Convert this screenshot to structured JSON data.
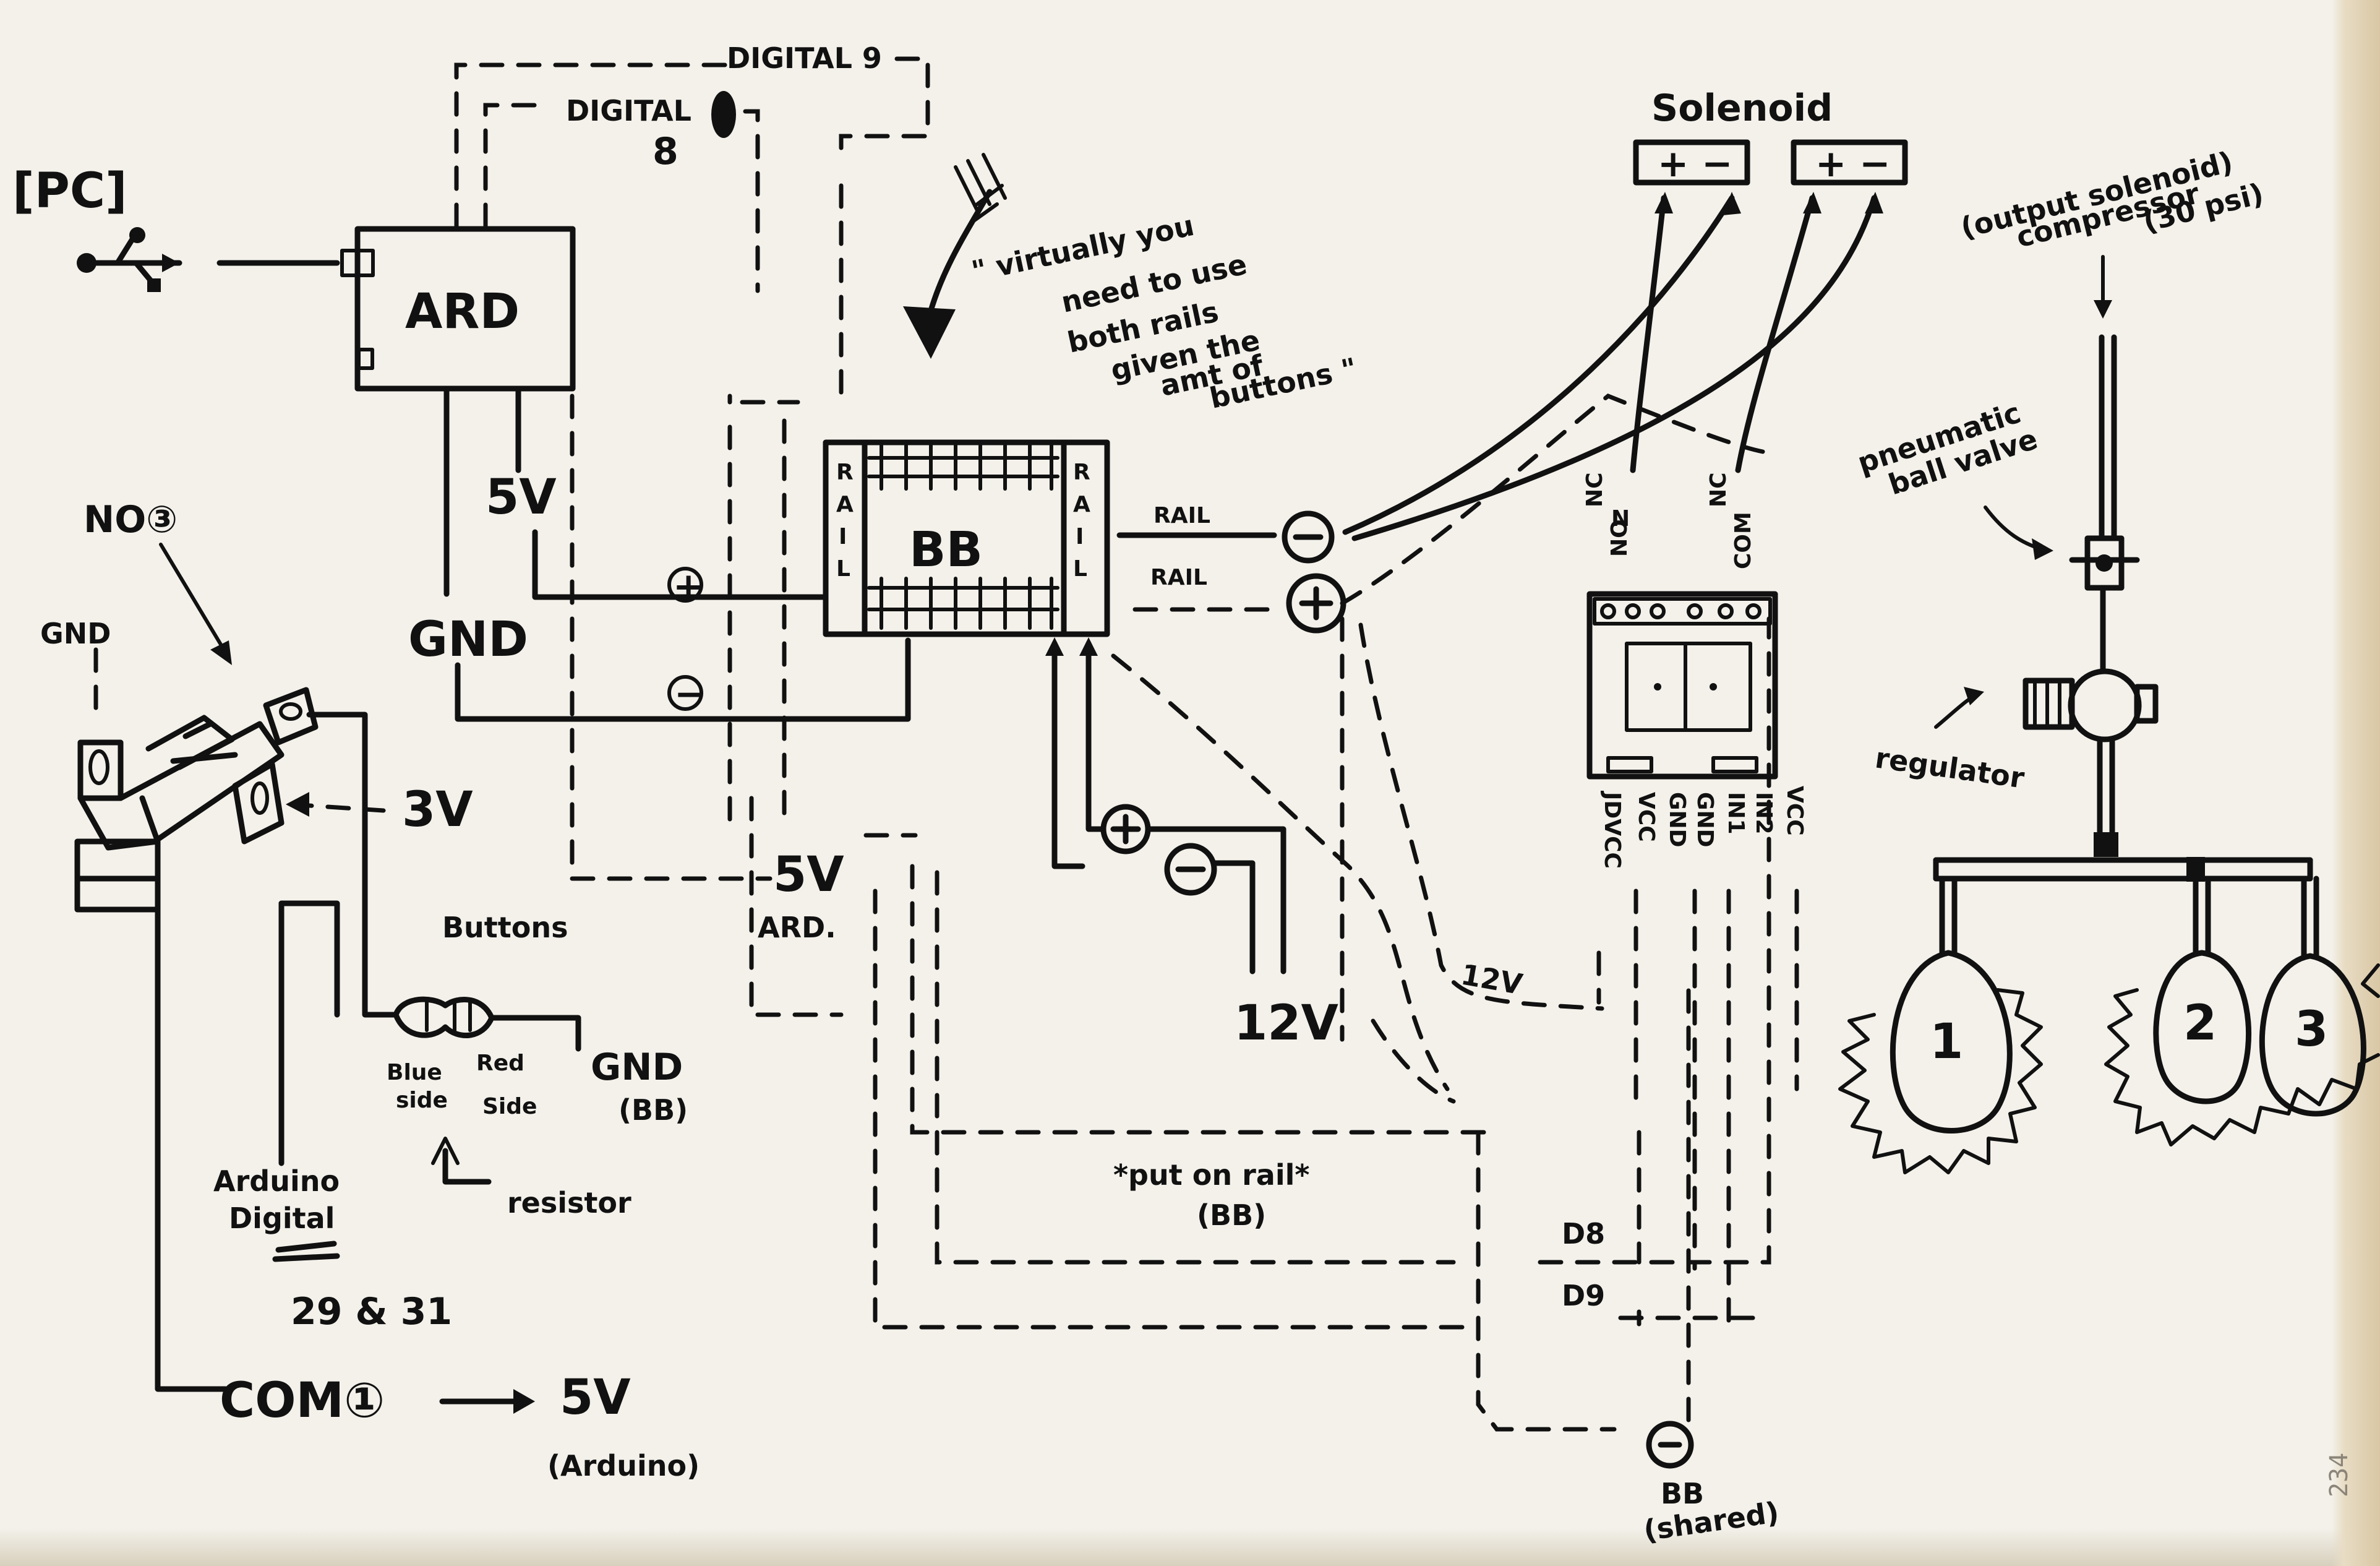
{
  "labels": {
    "pc": "[PC]",
    "ard": "ARD",
    "digital9": "DIGITAL 9",
    "digital8_top": "DIGITAL",
    "digital8_bottom": "8",
    "five_v": "5V",
    "gnd_ard": "GND",
    "plus_sym": "+",
    "minus_sym": "−",
    "rail_left": "RAIL",
    "rail_right": "RAIL",
    "bb": "BB",
    "rail_minus": "RAIL",
    "rail_plus": "RAIL",
    "note_line1": "\" virtually you",
    "note_line2": "need to use",
    "note_line3": "both rails",
    "note_line4": "given the",
    "note_line5": "amt of",
    "note_line6": "buttons \"",
    "no3": "NO③",
    "gnd_switch": "GND",
    "three_v": "3V",
    "buttons": "Buttons",
    "five_v_ard_1": "5V",
    "five_v_ard_2": "ARD.",
    "twelve_v": "12V",
    "gnd_bb_1": "GND",
    "gnd_bb_2": "(BB)",
    "blue_side_1": "Blue",
    "blue_side_2": "side",
    "red_side_1": "Red",
    "red_side_2": "Side",
    "resistor": "resistor",
    "arduino_digital_1": "Arduino",
    "arduino_digital_2": "Digital",
    "pins": "29 & 31",
    "com1": "COM①",
    "arrow_5v": "5V",
    "arduino_paren": "(Arduino)",
    "put_on_rail": "*put on rail*",
    "put_on_rail_bb": "(BB)",
    "d8": "D8",
    "d9": "D9",
    "bb_shared_1": "BB",
    "bb_shared_2": "(shared)",
    "solenoid": "Solenoid",
    "sol_box": "+ −",
    "output_solenoid_1": "(output solenoid)",
    "output_solenoid_2": "compressor",
    "output_solenoid_3": "(30 psi)",
    "pneumatic_1": "pneumatic",
    "pneumatic_2": "ball valve",
    "regulator": "regulator",
    "relay_nc1": "NC",
    "relay_no1": "NO",
    "relay_com1": "COM",
    "relay_nc2": "NC",
    "relay_com2": "COM",
    "relay_pins": [
      "JDVCC",
      "VCC",
      "GND",
      "GND",
      "IN1",
      "IN2",
      "VCC"
    ],
    "twelve_v_relay": "12V",
    "balloon_1": "1",
    "balloon_2": "2",
    "balloon_3": "3",
    "page_number": "234"
  },
  "icons": {
    "usb": "usb-icon",
    "arrow": "feather-arrow-icon",
    "switch": "microswitch-icon",
    "resistor": "resistor-icon",
    "relay": "relay-module-icon",
    "valve": "ball-valve-icon",
    "regulator": "regulator-icon",
    "balloons": "balloon-icon"
  },
  "colors": {
    "ink": "#111111",
    "paper": "#f3f1ea"
  }
}
